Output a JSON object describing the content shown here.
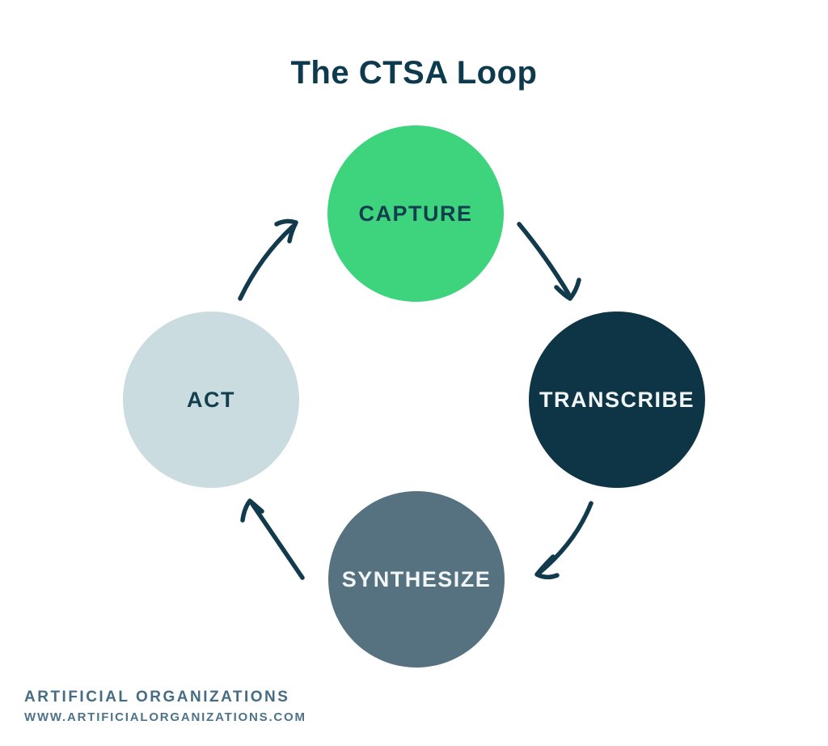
{
  "title": "The CTSA Loop",
  "colors": {
    "background": "#FFFFFF",
    "title_text": "#0D3A4D",
    "arrow": "#113A4C",
    "footer_brand": "#466C83",
    "footer_url": "#4E7389"
  },
  "steps": [
    {
      "label": "CAPTURE",
      "circle_color": "#3ED47E",
      "text_color": "#123F4E"
    },
    {
      "label": "TRANSCRIBE",
      "circle_color": "#0E3546",
      "text_color": "#F2F6F7"
    },
    {
      "label": "SYNTHESIZE",
      "circle_color": "#56717F",
      "text_color": "#F2F6F7"
    },
    {
      "label": "ACT",
      "circle_color": "#CBDCE0",
      "text_color": "#123F4E"
    }
  ],
  "arrows": [
    {
      "from": "CAPTURE",
      "to": "TRANSCRIBE"
    },
    {
      "from": "TRANSCRIBE",
      "to": "SYNTHESIZE"
    },
    {
      "from": "SYNTHESIZE",
      "to": "ACT"
    },
    {
      "from": "ACT",
      "to": "CAPTURE"
    }
  ],
  "footer": {
    "brand": "ARTIFICIAL ORGANIZATIONS",
    "url": "WWW.ARTIFICIALORGANIZATIONS.COM"
  }
}
